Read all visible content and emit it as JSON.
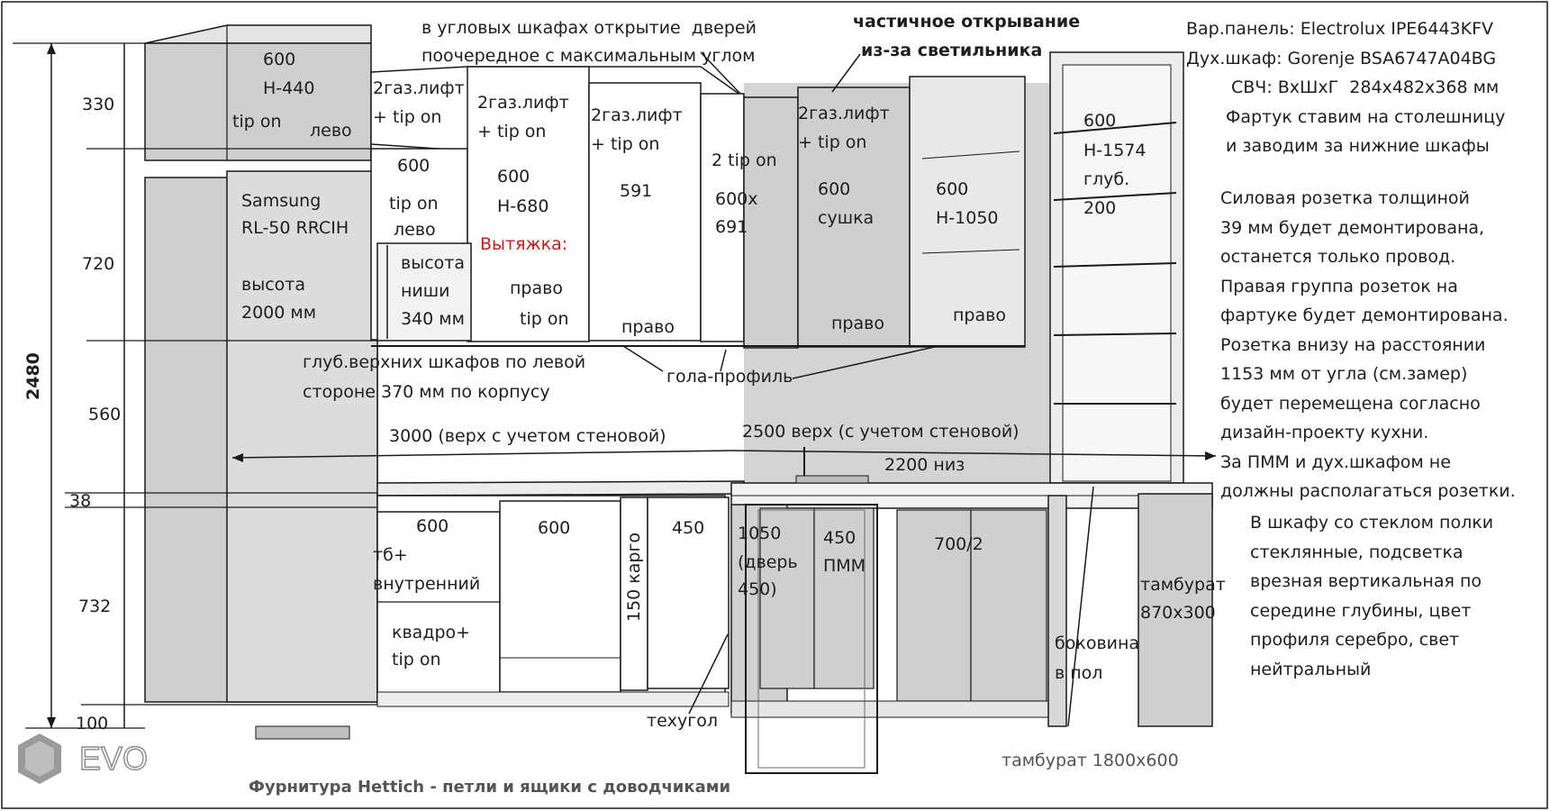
{
  "colors": {
    "cabinet_fill": "#cfcfcf",
    "cabinet_light": "#e2e2e2",
    "line": "#1a1a1a",
    "red_text": "#c21e1e",
    "logo_grey": "#8a8a8a"
  },
  "dims": {
    "total_height": "2480",
    "upper_height": "330",
    "middle_height": "720",
    "apron_height": "560",
    "counter_thickness": "38",
    "lower_height": "732",
    "plinth": "100"
  },
  "notes_top": {
    "corner_doors": [
      "в угловых шкафах открытие  дверей",
      "поочередное с максимальным углом"
    ],
    "partial_open": [
      "частичное открывание",
      "из-за светильника"
    ]
  },
  "upper_cabinets": {
    "top_left": {
      "width": "600",
      "height": "H-440",
      "tip": "tip on",
      "side": "лево"
    },
    "lift1": [
      "2газ.лифт",
      "+ tip on"
    ],
    "lift2": [
      "2газ.лифт",
      "+ tip on"
    ],
    "lift3": [
      "2газ.лифт",
      "+ tip on"
    ],
    "lift4": [
      "2газ.лифт",
      "+ tip on"
    ],
    "corner_tip": "2 tip on",
    "c1": {
      "width": "600",
      "tip": "tip on",
      "side": "лево"
    },
    "c2": {
      "width": "600",
      "height": "H-680",
      "hood": "Вытяжка:",
      "side": "право",
      "tip": "tip on"
    },
    "c3": {
      "width": "591",
      "side": "право"
    },
    "c4": {
      "size": [
        "600x",
        "691"
      ]
    },
    "c5": {
      "width": "600",
      "kind": "сушка",
      "side": "право"
    },
    "c6": {
      "width": "600",
      "height": "H-1050",
      "side": "право"
    },
    "shelf": {
      "width": "600",
      "height": "H-1574",
      "depth_label": "глуб.",
      "depth": "200"
    }
  },
  "fridge": {
    "brand": "Samsung",
    "model": "RL-50 RRCIH",
    "height_label": "высота",
    "height": "2000 мм"
  },
  "niche": [
    "высота",
    "ниши",
    "340 мм"
  ],
  "annotations": {
    "depth_note": [
      "глуб.верхних шкафов по левой",
      "стороне 370 мм по корпусу"
    ],
    "gola": "гола-профиль",
    "top_left_run": "3000 (верх с учетом стеновой)",
    "top_right_run": "2500 верх (с учетом стеновой)",
    "bottom_right_run": "2200 низ",
    "tech_corner": "техугол",
    "side_floor": [
      "боковина",
      "в пол"
    ],
    "tambour_small": [
      "тамбурат",
      "870x300"
    ],
    "tambour_big": "тамбурат 1800x600",
    "hardware": "Фурнитура Hettich - петли и ящики с доводчиками"
  },
  "lower_cabinets": {
    "b1": {
      "width": "600",
      "desc": [
        "тб+",
        "внутренний"
      ],
      "desc2": [
        "квадро+",
        "tip on"
      ]
    },
    "b2": {
      "width": "600"
    },
    "b3": {
      "cargo": "150 карго"
    },
    "b4": {
      "width": "450"
    },
    "b5": {
      "width": "1050",
      "door": [
        "(дверь",
        "450)"
      ]
    },
    "b6": {
      "width": "450",
      "kind": "ПММ"
    },
    "b7": {
      "width": "700/2"
    }
  },
  "spec_notes": {
    "lines": [
      "Вар.панель: Electrolux IPE6443KFV",
      "Дух.шкаф: Gorenje BSA6747A04BG",
      "СВЧ: ВхШхГ  284х482х368 мм",
      "Фартук ставим на столешницу",
      "и заводим за нижние шкафы"
    ],
    "socket_lines": [
      "Силовая розетка толщиной",
      "39 мм будет демонтирована,",
      "останется только провод.",
      "Правая группа розеток на",
      "фартуке будет демонтирована.",
      "Розетка внизу на расстоянии",
      "1153 мм от угла (см.замер)",
      "будет перемещена согласно",
      "дизайн-проекту кухни.",
      "За ПММ и дух.шкафом не",
      "должны располагаться розетки."
    ],
    "glass_lines": [
      "В шкафу со стеклом полки",
      "стеклянные, подсветка",
      "врезная вертикальная по",
      "середине глубины, цвет",
      "профиля серебро, свет",
      "нейтральный"
    ]
  },
  "logo": {
    "text": "EVO"
  }
}
